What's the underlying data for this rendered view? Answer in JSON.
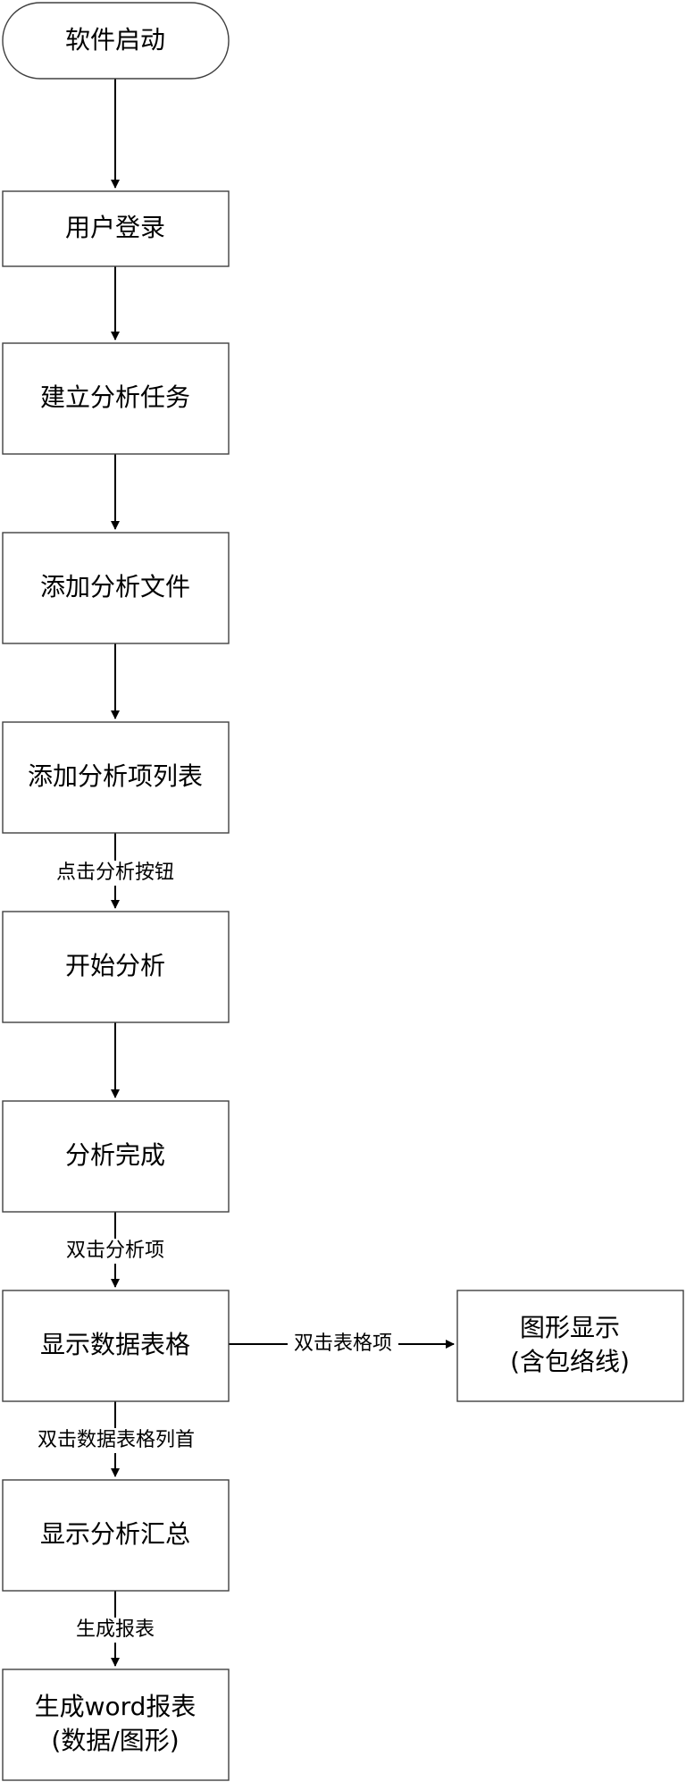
{
  "nodes": {
    "start": {
      "lines": [
        "软件启动"
      ]
    },
    "login": {
      "lines": [
        "用户登录"
      ]
    },
    "create_task": {
      "lines": [
        "建立分析任务"
      ]
    },
    "add_file": {
      "lines": [
        "添加分析文件"
      ]
    },
    "add_items": {
      "lines": [
        "添加分析项列表"
      ]
    },
    "start_analysis": {
      "lines": [
        "开始分析"
      ]
    },
    "analysis_done": {
      "lines": [
        "分析完成"
      ]
    },
    "show_table": {
      "lines": [
        "显示数据表格"
      ]
    },
    "graph_display": {
      "lines": [
        "图形显示",
        "(含包络线)"
      ]
    },
    "show_summary": {
      "lines": [
        "显示分析汇总"
      ]
    },
    "gen_report": {
      "lines": [
        "生成word报表",
        "(数据/图形)"
      ]
    }
  },
  "edges": {
    "click_analyze": "点击分析按钮",
    "dblclick_item": "双击分析项",
    "dblclick_table_item": "双击表格项",
    "dblclick_col_header": "双击数据表格列首",
    "gen_report_label": "生成报表"
  }
}
